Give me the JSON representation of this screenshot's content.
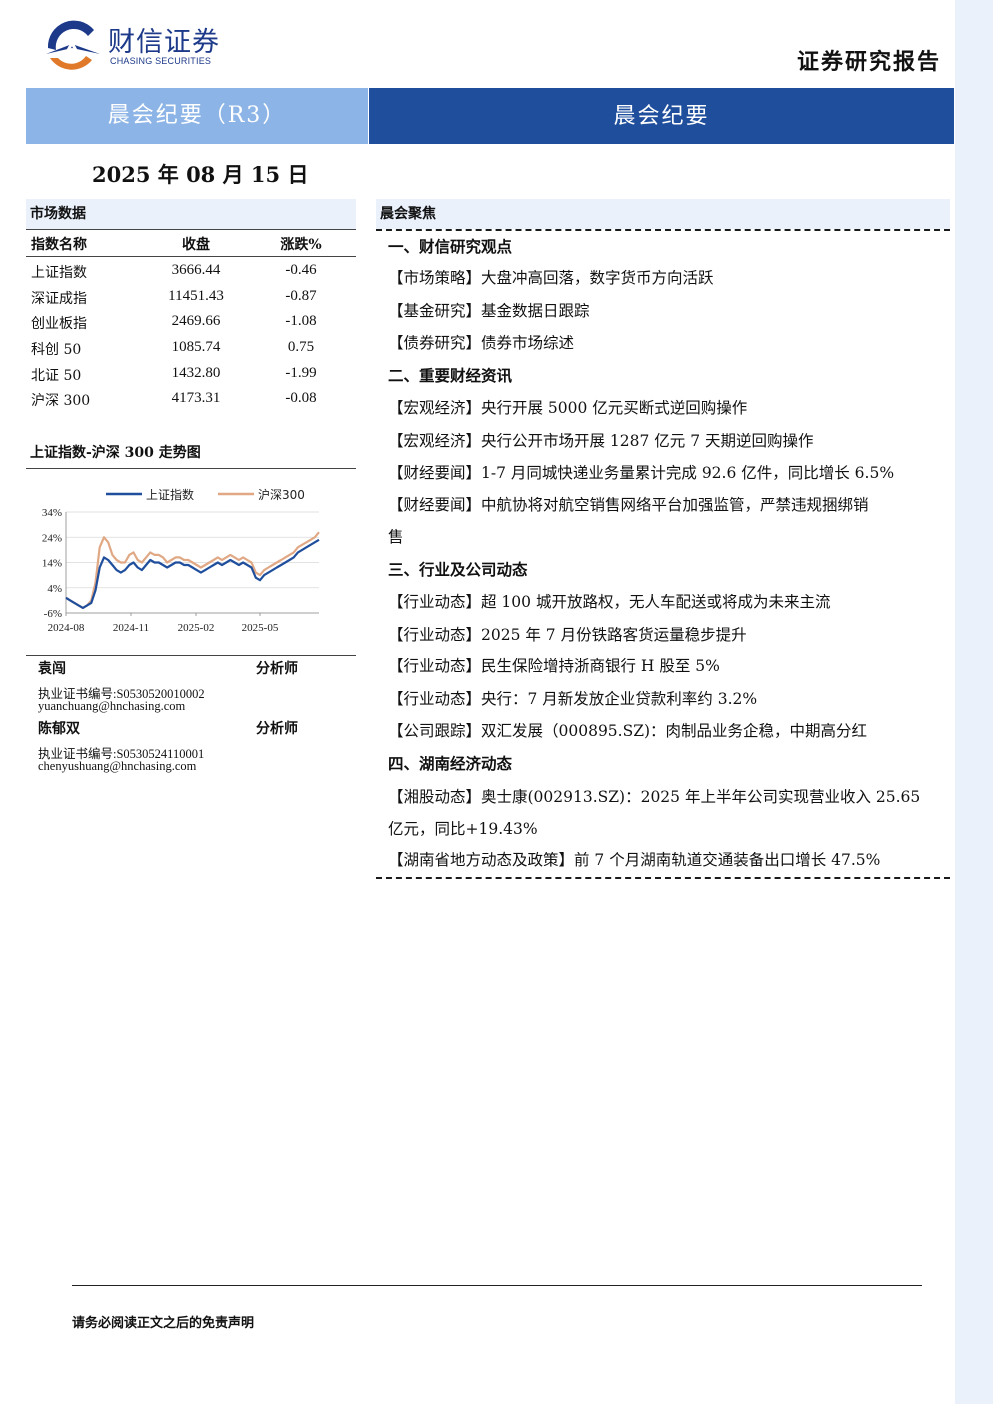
{
  "header": {
    "logo_cn": "财信证券",
    "logo_en": "CHASING SECURITIES",
    "report_type": "证券研究报告",
    "banner_left": "晨会纪要（R3）",
    "banner_right": "晨会纪要",
    "date": "2025 年 08 月 15 日"
  },
  "market": {
    "section_title": "市场数据",
    "columns": [
      "指数名称",
      "收盘",
      "涨跌%"
    ],
    "rows": [
      [
        "上证指数",
        "3666.44",
        "-0.46"
      ],
      [
        "深证成指",
        "11451.43",
        "-0.87"
      ],
      [
        "创业板指",
        "2469.66",
        "-1.08"
      ],
      [
        "科创 50",
        "1085.74",
        "0.75"
      ],
      [
        "北证 50",
        "1432.80",
        "-1.99"
      ],
      [
        "沪深 300",
        "4173.31",
        "-0.08"
      ]
    ]
  },
  "chart_title": "上证指数-沪深 300 走势图",
  "colors": {
    "banner_light": "#8db4e6",
    "banner_dark": "#1f4e9c",
    "series_1": "#1f4e9c",
    "series_2": "#e0a884"
  },
  "chart_data": {
    "type": "line",
    "x_ticks": [
      "2024-08",
      "2024-11",
      "2025-02",
      "2025-05"
    ],
    "y_ticks": [
      "34%",
      "24%",
      "14%",
      "4%",
      "-6%"
    ],
    "ylim": [
      -6,
      34
    ],
    "legend_position": "top",
    "series": [
      {
        "name": "上证指数",
        "values": [
          0,
          -1,
          -2,
          -3,
          -4,
          -3,
          -2,
          3,
          12,
          16,
          15,
          13,
          11,
          10,
          11,
          13,
          14,
          12,
          11,
          13,
          15,
          14,
          14,
          13,
          12,
          13,
          14,
          14,
          13,
          13,
          12,
          11,
          10,
          11,
          12,
          13,
          14,
          13,
          14,
          15,
          14,
          13,
          14,
          13,
          12,
          8,
          7,
          9,
          10,
          11,
          12,
          13,
          14,
          15,
          16,
          18,
          19,
          20,
          21,
          22,
          23
        ]
      },
      {
        "name": "沪深300",
        "values": [
          0,
          -1,
          -2,
          -3,
          -4,
          -3,
          -1,
          6,
          20,
          24,
          22,
          17,
          15,
          14,
          14,
          17,
          18,
          15,
          14,
          16,
          18,
          17,
          17,
          16,
          14,
          15,
          16,
          16,
          15,
          15,
          14,
          13,
          12,
          13,
          14,
          15,
          16,
          15,
          16,
          17,
          16,
          15,
          16,
          15,
          14,
          10,
          9,
          11,
          12,
          13,
          14,
          15,
          16,
          17,
          18,
          20,
          21,
          22,
          23,
          24,
          26
        ]
      }
    ]
  },
  "analysts": [
    {
      "name": "袁闯",
      "title": "分析师",
      "cert": "执业证书编号:S0530520010002",
      "email": "yuanchuang@hnchasing.com"
    },
    {
      "name": "陈郁双",
      "title": "分析师",
      "cert": "执业证书编号:S0530524110001",
      "email": "chenyushuang@hnchasing.com"
    }
  ],
  "focus": {
    "section_title": "晨会聚焦",
    "lines": [
      "一、财信研究观点",
      "【市场策略】大盘冲高回落，数字货币方向活跃",
      "【基金研究】基金数据日跟踪",
      "【债券研究】债券市场综述",
      "二、重要财经资讯",
      "【宏观经济】央行开展 5000 亿元买断式逆回购操作",
      "【宏观经济】央行公开市场开展 1287 亿元 7 天期逆回购操作",
      "【财经要闻】1-7 月同城快递业务量累计完成 92.6 亿件，同比增长 6.5%",
      "【财经要闻】中航协将对航空销售网络平台加强监管，严禁违规捆绑销",
      "售",
      "三、行业及公司动态",
      "【行业动态】超 100 城开放路权，无人车配送或将成为未来主流",
      "【行业动态】2025 年 7 月份铁路客货运量稳步提升",
      "【行业动态】民生保险增持浙商银行 H 股至 5%",
      "【行业动态】央行：7 月新发放企业贷款利率约 3.2%",
      "【公司跟踪】双汇发展（000895.SZ)：肉制品业务企稳，中期高分红",
      "四、湖南经济动态",
      "【湘股动态】奥士康(002913.SZ)：2025 年上半年公司实现营业收入 25.65",
      "亿元，同比+19.43%",
      "【湖南省地方动态及政策】前 7 个月湖南轨道交通装备出口增长 47.5%"
    ]
  },
  "footer": {
    "disclaimer": "请务必阅读正文之后的免责声明"
  }
}
